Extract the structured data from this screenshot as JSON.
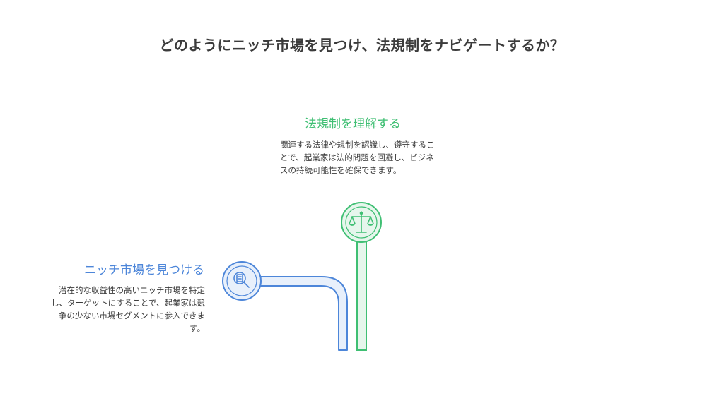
{
  "title": "どのようにニッチ市場を見つけ、法規制をナビゲートするか？",
  "steps": [
    {
      "heading": "ニッチ市場を見つける",
      "description": "潜在的な収益性の高いニッチ市場を特定し、ターゲットにすることで、起業家は競争の少ない市場セグメントに参入できます。",
      "color": "#4d86d9",
      "fill": "#e8f0fb",
      "icon": "magnifier-document-icon"
    },
    {
      "heading": "法規制を理解する",
      "description": "関連する法律や規制を認識し、遵守することで、起業家は法的問題を回避し、ビジネスの持続可能性を確保できます。",
      "color": "#3fbf73",
      "fill": "#e6f6ec",
      "icon": "scales-icon"
    }
  ]
}
